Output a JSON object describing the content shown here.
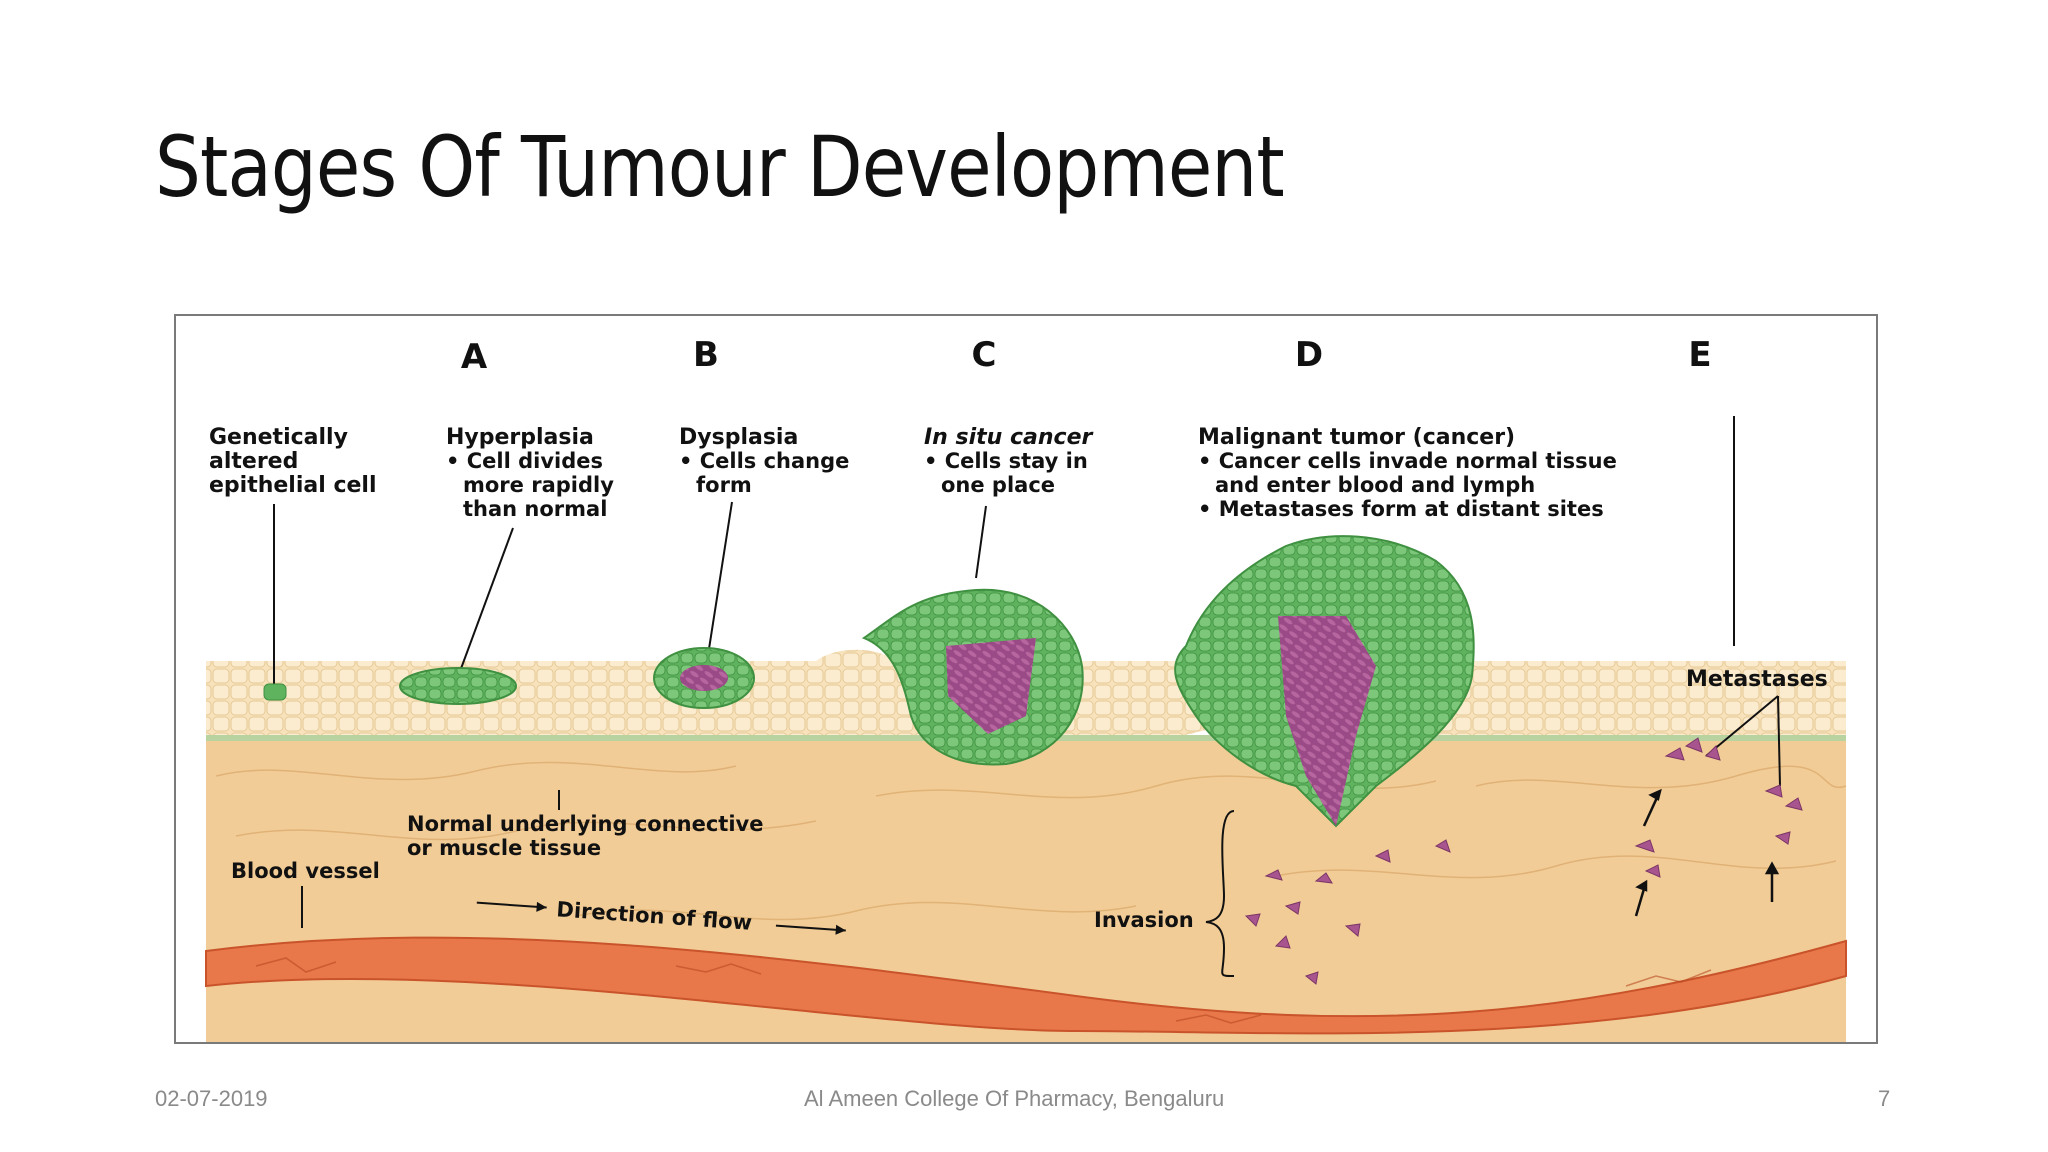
{
  "slide": {
    "title": "Stages Of Tumour Development",
    "footer_date": "02-07-2019",
    "footer_center": "Al Ameen College Of Pharmacy, Bengaluru",
    "page_number": "7"
  },
  "diagram": {
    "stages": [
      {
        "letter": "A",
        "heading": "Hyperplasia",
        "lines": [
          "• Cell divides",
          "more rapidly",
          "than normal"
        ]
      },
      {
        "letter": "B",
        "heading": "Dysplasia",
        "lines": [
          "• Cells change",
          "form"
        ]
      },
      {
        "letter": "C",
        "heading": "In situ cancer",
        "lines": [
          "• Cells stay in",
          "one place"
        ]
      },
      {
        "letter": "D",
        "heading": "Malignant tumor (cancer)",
        "lines": [
          "• Cancer cells invade normal tissue",
          "and enter blood and lymph",
          "• Metastases form at distant sites"
        ]
      },
      {
        "letter": "E",
        "heading": "",
        "lines": []
      }
    ],
    "genetic_label": [
      "Genetically",
      "altered",
      "epithelial cell"
    ],
    "connective_label": [
      "Normal underlying connective",
      "or muscle tissue"
    ],
    "blood_vessel_label": "Blood vessel",
    "flow_label": "Direction of flow",
    "invasion_label": "Invasion",
    "metastases_label": "Metastases",
    "colors": {
      "epithelium": "#f6dfb6",
      "connective": "#f3cf9a",
      "vessel": "#e8774a",
      "tumor_green": "#6dbb6a",
      "cancer_purple": "#9c4a86"
    }
  }
}
